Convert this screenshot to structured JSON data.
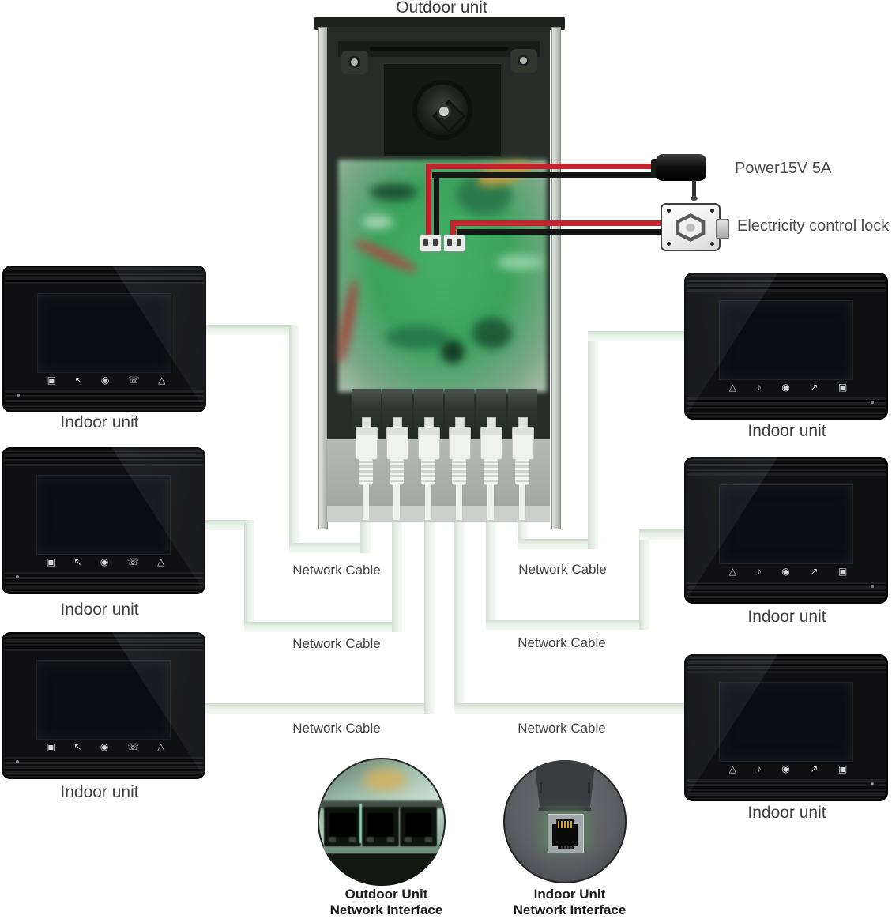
{
  "outdoor_unit": {
    "title": "Outdoor unit"
  },
  "power": {
    "label": "Power15V 5A"
  },
  "lock": {
    "label": "Electricity control lock"
  },
  "cable_labels": {
    "left": [
      "Network Cable",
      "Network Cable",
      "Network Cable"
    ],
    "right": [
      "Network Cable",
      "Network Cable",
      "Network Cable"
    ]
  },
  "monitors": {
    "left": [
      {
        "label": "Indoor unit"
      },
      {
        "label": "Indoor unit"
      },
      {
        "label": "Indoor unit"
      }
    ],
    "right": [
      {
        "label": "Indoor unit"
      },
      {
        "label": "Indoor unit"
      },
      {
        "label": "Indoor unit"
      }
    ],
    "left_buttons": [
      {
        "name": "monitor-icon",
        "glyph": "▣"
      },
      {
        "name": "talk-icon",
        "glyph": "↖"
      },
      {
        "name": "unlock-icon",
        "glyph": "◉"
      },
      {
        "name": "phone-icon",
        "glyph": "☏"
      },
      {
        "name": "alarm-icon",
        "glyph": "△"
      }
    ],
    "right_buttons": [
      {
        "name": "alarm-icon",
        "glyph": "△"
      },
      {
        "name": "melody-icon",
        "glyph": "♪"
      },
      {
        "name": "unlock-icon",
        "glyph": "◉"
      },
      {
        "name": "talk-icon",
        "glyph": "↗"
      },
      {
        "name": "monitor-icon",
        "glyph": "▣"
      }
    ]
  },
  "interfaces": {
    "outdoor": {
      "line1": "Outdoor Unit",
      "line2": "Network Interface"
    },
    "indoor": {
      "line1": "Indoor Unit",
      "line2": "Network Interface"
    }
  },
  "connections": [
    {
      "from": "outdoor-unit-port-1",
      "to": "indoor-unit-left-1",
      "via": "Network Cable"
    },
    {
      "from": "outdoor-unit-port-2",
      "to": "indoor-unit-left-2",
      "via": "Network Cable"
    },
    {
      "from": "outdoor-unit-port-3",
      "to": "indoor-unit-left-3",
      "via": "Network Cable"
    },
    {
      "from": "outdoor-unit-port-4",
      "to": "indoor-unit-right-3",
      "via": "Network Cable"
    },
    {
      "from": "outdoor-unit-port-5",
      "to": "indoor-unit-right-2",
      "via": "Network Cable"
    },
    {
      "from": "outdoor-unit-port-6",
      "to": "indoor-unit-right-1",
      "via": "Network Cable"
    },
    {
      "from": "outdoor-unit",
      "to": "power-adapter",
      "via": "red/black power wires"
    },
    {
      "from": "outdoor-unit",
      "to": "electric-lock",
      "via": "red/black lock wires"
    }
  ],
  "colors": {
    "background": "#ffffff",
    "cable_green": "#dfeade",
    "wire_red": "#c4232e",
    "wire_black": "#161616",
    "pcb_green": "#3aa35c",
    "text": "#3e3e3e"
  }
}
